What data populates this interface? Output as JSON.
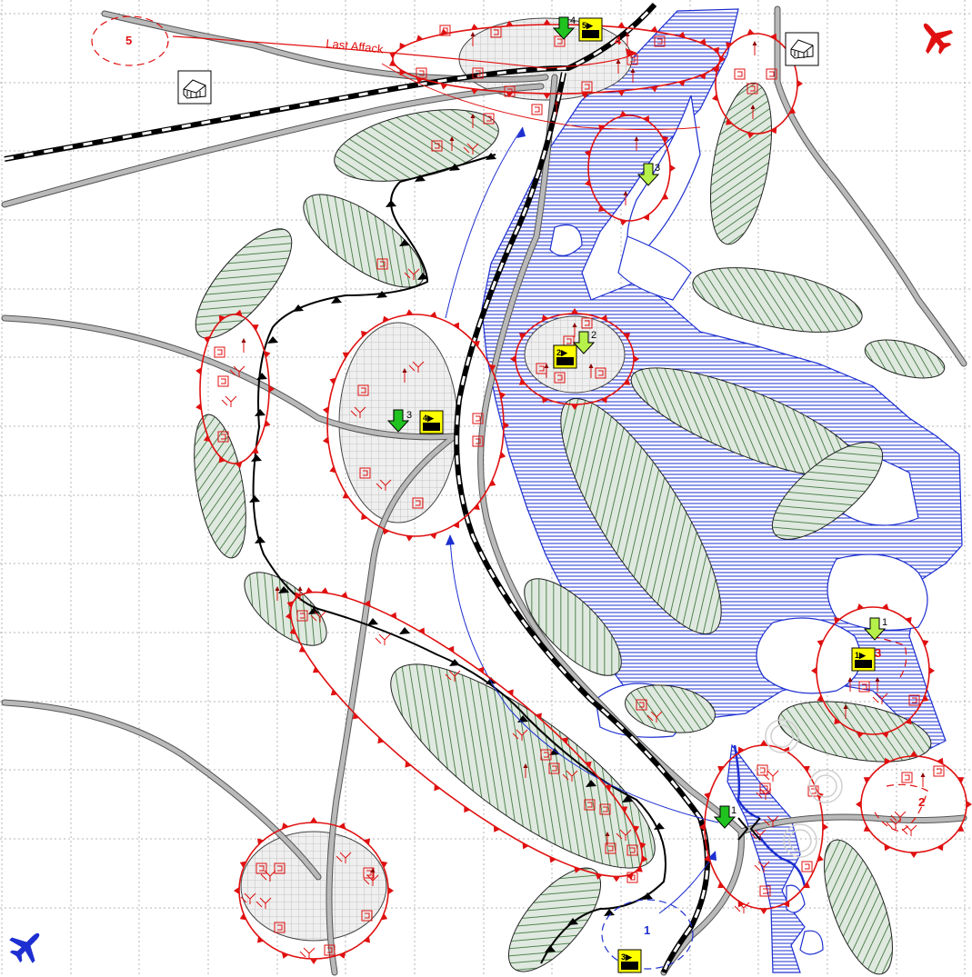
{
  "map": {
    "grid_cols": 14,
    "grid_rows": 14,
    "colors": {
      "enemy": "#e01010",
      "friendly": "#1d2fd0",
      "forest_fill": "#2f6b2f",
      "water": "#1d2fd0",
      "road": "#b9b9b9",
      "railway": "#000000",
      "unit_yellow": "#ffff00",
      "arrow_green": "#1fc21f",
      "arrow_lightgreen": "#b6f04a"
    },
    "annotations": {
      "last_attack_label": "Last Affack",
      "objective_5": "5",
      "objective_4": "4",
      "objective_3": "3",
      "objective_2": "2",
      "objective_1": "1"
    },
    "units": [
      {
        "id": "unit-1",
        "label": "1▶"
      },
      {
        "id": "unit-2",
        "label": "2▶"
      },
      {
        "id": "unit-3",
        "label": "3▶"
      },
      {
        "id": "unit-4",
        "label": "4▶"
      },
      {
        "id": "unit-5",
        "label": "5▶"
      }
    ],
    "arrow_numbers": {
      "top": "4",
      "center": "3",
      "mid_right": "2",
      "upper_mid": "3",
      "right": "1",
      "bottom": "1"
    },
    "icons": {
      "enemy_aircraft": "airplane-icon",
      "friendly_aircraft": "airplane-icon",
      "building": "house-icon"
    }
  }
}
